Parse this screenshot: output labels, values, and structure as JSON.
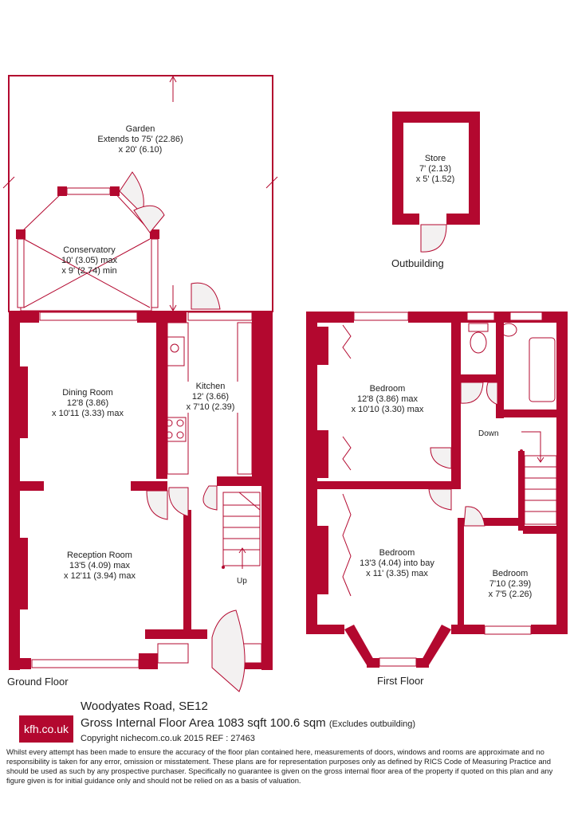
{
  "ground_floor": {
    "title": "Ground Floor",
    "garden": {
      "name": "Garden",
      "line1": "Extends to 75' (22.86)",
      "line2": "x 20' (6.10)"
    },
    "conservatory": {
      "name": "Conservatory",
      "line1": "10' (3.05) max",
      "line2": "x 9' (2.74) min"
    },
    "dining": {
      "name": "Dining Room",
      "line1": "12'8 (3.86)",
      "line2": "x 10'11 (3.33) max"
    },
    "kitchen": {
      "name": "Kitchen",
      "line1": "12' (3.66)",
      "line2": "x 7'10 (2.39)"
    },
    "reception": {
      "name": "Reception Room",
      "line1": "13'5 (4.09) max",
      "line2": "x 12'11 (3.94) max"
    },
    "stairs_label": "Up"
  },
  "outbuilding": {
    "title": "Outbuilding",
    "store": {
      "name": "Store",
      "line1": "7' (2.13)",
      "line2": "x 5' (1.52)"
    }
  },
  "first_floor": {
    "title": "First Floor",
    "bedroom1": {
      "name": "Bedroom",
      "line1": "12'8 (3.86) max",
      "line2": "x 10'10 (3.30) max"
    },
    "bedroom2": {
      "name": "Bedroom",
      "line1": "13'3 (4.04) into bay",
      "line2": "x 11' (3.35) max"
    },
    "bedroom3": {
      "name": "Bedroom",
      "line1": "7'10 (2.39)",
      "line2": "x 7'5 (2.26)"
    },
    "stairs_label": "Down"
  },
  "footer": {
    "logo": "kfh.co.uk",
    "address": "Woodyates Road, SE12",
    "area": "Gross Internal Floor Area 1083 sqft 100.6 sqm",
    "area_note": "(Excludes outbuilding)",
    "copyright": "Copyright nichecom.co.uk 2015 REF : 27463",
    "disclaimer": "Whilst every attempt has been made to ensure the accuracy of the floor plan contained here, measurements of doors, windows and rooms are approximate and no responsibility is taken for any error, omission or misstatement.  These plans are for representation purposes only as defined by RICS Code of Measuring Practice and should be used as such by any prospective purchaser.  Specifically no guarantee is given on the gross internal floor area of the property if quoted on this plan and any figure given is for initial guidance only and should not be relied on as a basis of valuation."
  },
  "colors": {
    "wall": "#b3082f",
    "door_fill": "#f3f1f1"
  }
}
